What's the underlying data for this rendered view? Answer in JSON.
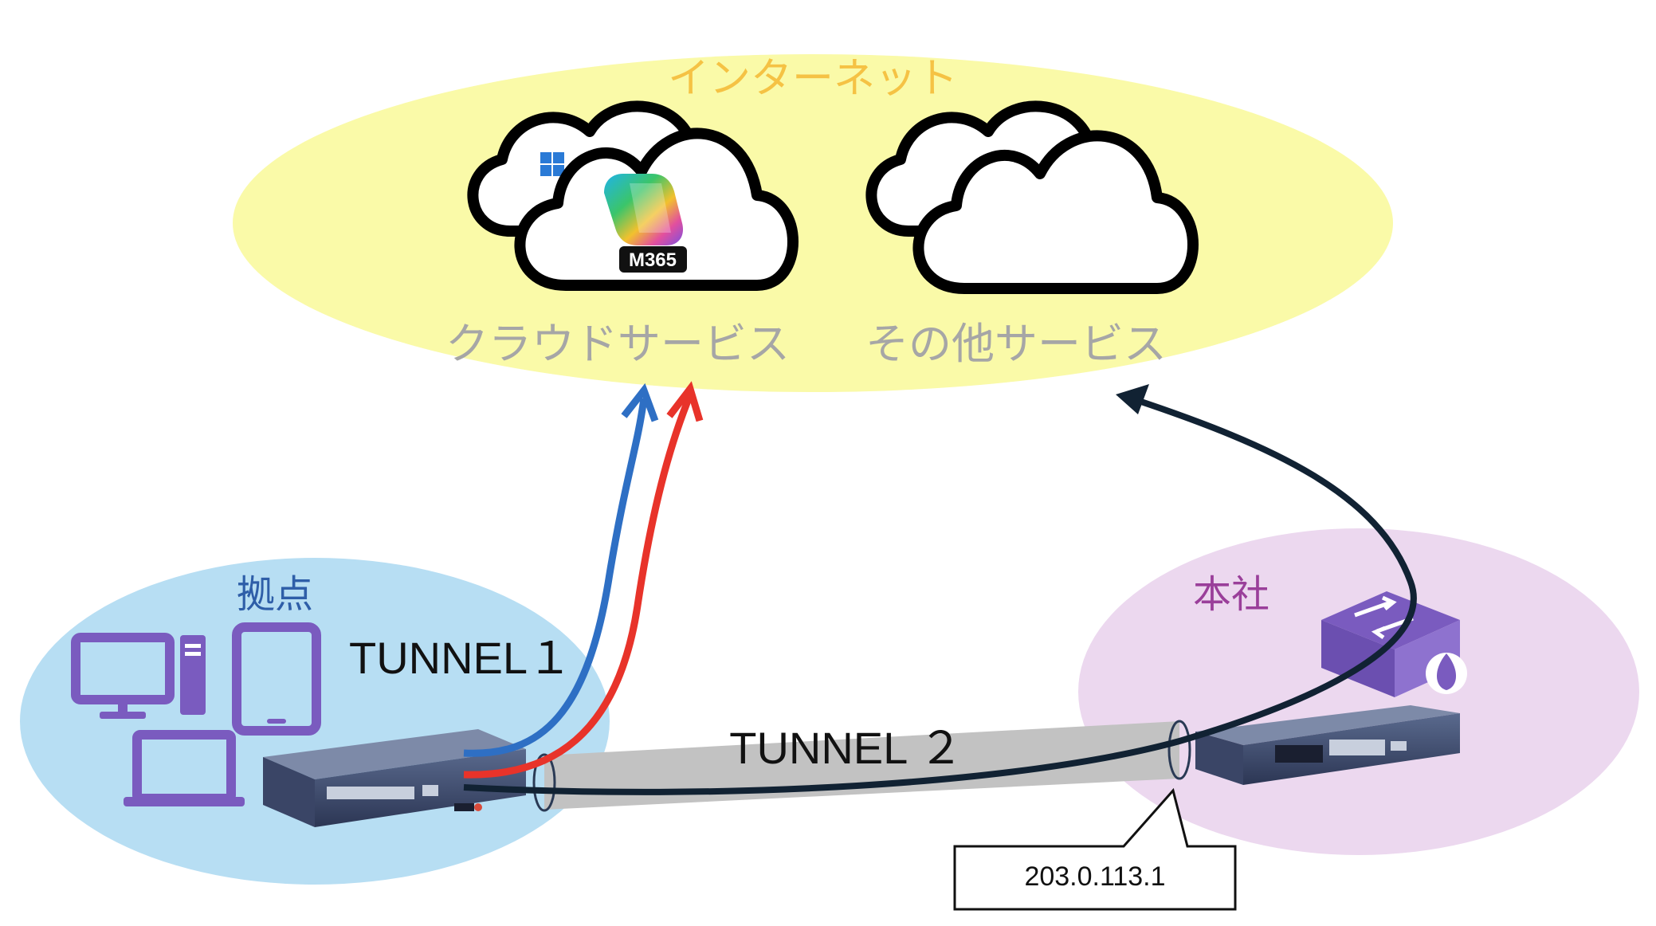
{
  "internet": {
    "label": "インターネット",
    "color": "#f5c244",
    "fill": "#fafaa8"
  },
  "cloud_service": {
    "label": "クラウドサービス",
    "badge": "M365"
  },
  "other_service": {
    "label": "その他サービス"
  },
  "branch": {
    "label": "拠点",
    "label_color": "#2e5ea8",
    "fill": "#b7def3"
  },
  "hq": {
    "label": "本社",
    "label_color": "#9a3f9a",
    "fill": "#ecd8ef"
  },
  "tunnel1": {
    "label": "TUNNEL１"
  },
  "tunnel2": {
    "label": "TUNNEL ２"
  },
  "ip_callout": {
    "text": "203.0.113.1"
  },
  "colors": {
    "blue_path": "#2e6fc4",
    "red_path": "#e8332a",
    "dark_path": "#112233",
    "device_purple": "#7a5bbf",
    "gray_text": "#a6a6a6"
  }
}
